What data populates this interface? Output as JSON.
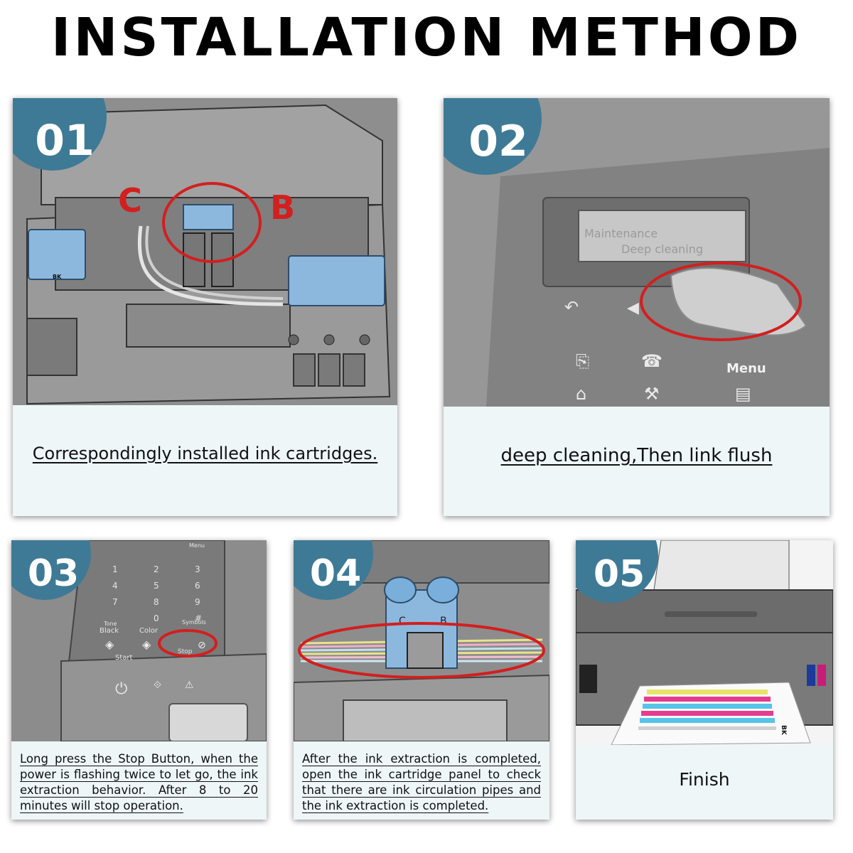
{
  "title": "INSTALLATION METHOD",
  "colors": {
    "badge": "#3e7a96",
    "highlight_circle": "#d21f1f",
    "card_background": "#eef6f8",
    "cartridge_blue": "#8db8de"
  },
  "steps": [
    {
      "number": "01",
      "caption": "Correspondingly installed ink cartridges.",
      "labels": {
        "c": "C",
        "b": "B",
        "bk": "BK"
      }
    },
    {
      "number": "02",
      "caption": "deep cleaning,Then link flush",
      "labels": {
        "screen_line1": "Maintenance",
        "screen_line2": "Deep cleaning",
        "menu": "Menu"
      }
    },
    {
      "number": "03",
      "caption": "Long press the Stop Button, when the power is flashing twice to let go, the ink extraction behavior. After 8 to 20 minutes will stop operation.",
      "labels": {
        "black": "Black",
        "color": "Color",
        "start": "Start",
        "stop": "Stop",
        "tone": "Tone",
        "symbols": "Symbols",
        "menu": "Menu"
      }
    },
    {
      "number": "04",
      "caption": "After the ink extraction is completed, open the ink cartridge panel to check that there are ink circulation pipes and the ink extraction is completed.",
      "labels": {
        "c": "C",
        "b": "B"
      }
    },
    {
      "number": "05",
      "caption": "Finish",
      "labels": {
        "bk": "BK"
      }
    }
  ]
}
